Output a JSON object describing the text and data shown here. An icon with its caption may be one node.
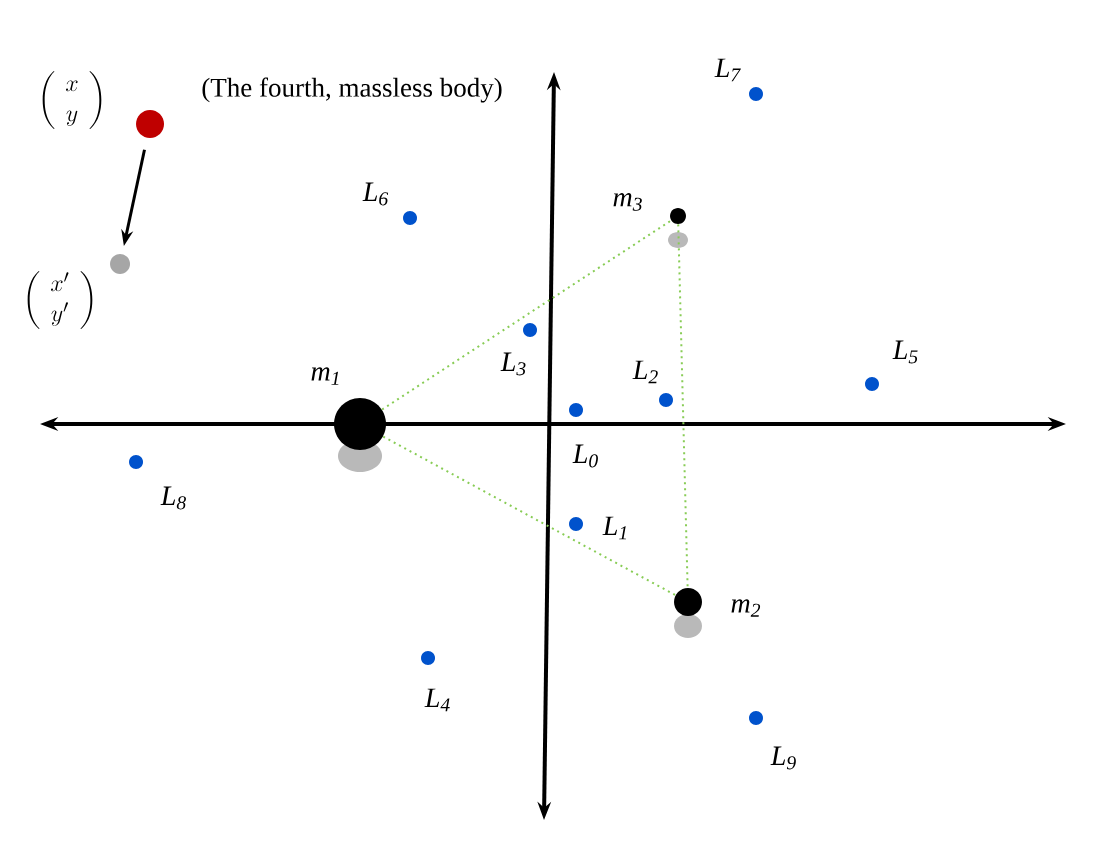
{
  "diagram": {
    "nodes": [
      {
        "text": [],
        "shape": "circle",
        "beside": [
          "\\left(\\begin{array}{c} x \\\\ y \\end{array}\\right)",
          "(The fourth, massless body)"
        ]
      },
      {
        "text": [],
        "shape": "circle",
        "beside": [
          "\\left(\\begin{array}{c} x' \\\\ y' \\end{array}\\right)"
        ]
      },
      {
        "text": [],
        "shape": "circle",
        "beside": [
          "L$_{7}$"
        ]
      },
      {
        "text": [],
        "shape": "circle",
        "beside": [
          "L$_{6}$"
        ]
      },
      {
        "text": [],
        "shape": "circle",
        "beside": [
          "m$_{3}$"
        ]
      },
      {
        "text": [],
        "shape": "circle",
        "beside": [
          "L$_{3}$"
        ]
      },
      {
        "text": [],
        "shape": "circle",
        "beside": [
          "L$_{5}$"
        ]
      },
      {
        "text": [],
        "shape": "circle",
        "beside": [
          "L$_{2}$"
        ]
      },
      {
        "text": [],
        "shape": "circle",
        "beside": [
          "m$_{1}$"
        ]
      },
      {
        "text": [],
        "shape": "circle",
        "beside": [
          "L$_{0}$"
        ]
      },
      {
        "text": [],
        "shape": "circle",
        "beside": [
          "L$_{8}$"
        ]
      },
      {
        "text": [],
        "shape": "circle",
        "beside": [
          "L$_{1}$"
        ]
      },
      {
        "text": [],
        "shape": "circle",
        "beside": [
          "m$_{2}$"
        ]
      },
      {
        "text": [],
        "shape": "circle",
        "beside": [
          "L$_{4}$"
        ]
      },
      {
        "text": [],
        "shape": "circle",
        "beside": [
          "L$_{9}$"
        ]
      }
    ],
    "edges": [
      {
        "from": 0,
        "to": 1,
        "arrow": "to",
        "color": "#000000"
      },
      {
        "from": 8,
        "to": 4,
        "arrow": "none",
        "style": "dashed",
        "color": "#88cc55"
      },
      {
        "from": 4,
        "to": 12,
        "arrow": "none",
        "style": "dashed",
        "color": "#88cc55"
      },
      {
        "from": 8,
        "to": 12,
        "arrow": "none",
        "style": "dashed",
        "color": "#88cc55"
      }
    ]
  }
}
